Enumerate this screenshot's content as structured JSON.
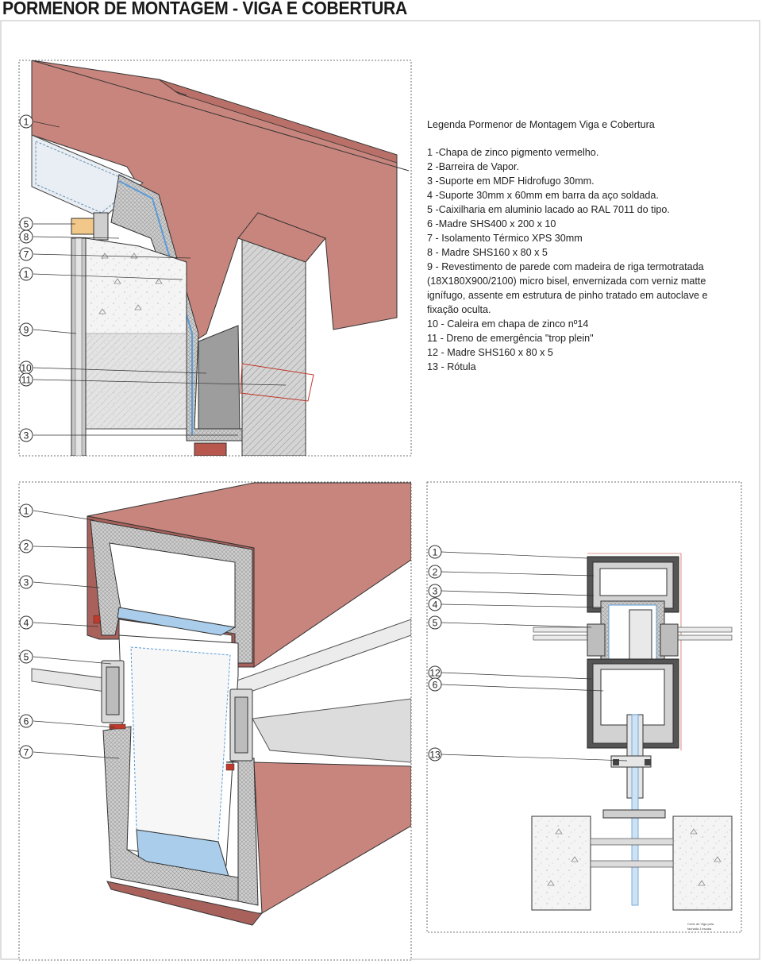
{
  "title": "PORMENOR DE MONTAGEM - VIGA E COBERTURA",
  "legend": {
    "heading": "Legenda Pormenor de Montagem Viga e Cobertura",
    "items": [
      "1 -Chapa de zinco pigmento vermelho.",
      "2 -Barreira de Vapor.",
      "3 -Suporte em MDF Hidrofugo 30mm.",
      "4 -Suporte 30mm x 60mm em barra da aço soldada.",
      "5 -Caixilharia em aluminio lacado ao RAL 7011 do tipo.",
      "6 -Madre SHS400 x 200 x 10",
      "7 - Isolamento Térmico XPS 30mm",
      "8 - Madre SHS160 x 80 x 5",
      "9 - Revestimento de parede com madeira de riga termotratada (18X180X900/2100) micro bisel, envernizada com verniz matte ignífugo, assente em estrutura de pinho tratado em autoclave e fixação oculta.",
      "10 - Caleira em chapa de zinco nº14",
      "11 - Dreno de emergência \"trop plein\"",
      "12 - Madre SHS160 x 80 x 5",
      "13 - Rótula"
    ]
  },
  "panel_top_left": {
    "callouts": [
      "1",
      "5",
      "8",
      "7",
      "1",
      "9",
      "10",
      "11",
      "3"
    ]
  },
  "panel_bottom_left": {
    "callouts": [
      "1",
      "2",
      "3",
      "4",
      "5",
      "6",
      "7"
    ]
  },
  "panel_bottom_right": {
    "callouts": [
      "1",
      "2",
      "3",
      "4",
      "5",
      "12",
      "6",
      "13"
    ],
    "stamp": [
      "Corte de Viga pela",
      "fachada 1:escala"
    ]
  },
  "colors": {
    "zinc_red": "#c5837b",
    "zinc_red_dark": "#a9625b",
    "insulation_blue": "#a9cdea",
    "mdf_grey": "#cfcfcf",
    "concrete": "#f3f3f3",
    "line": "#222222"
  }
}
